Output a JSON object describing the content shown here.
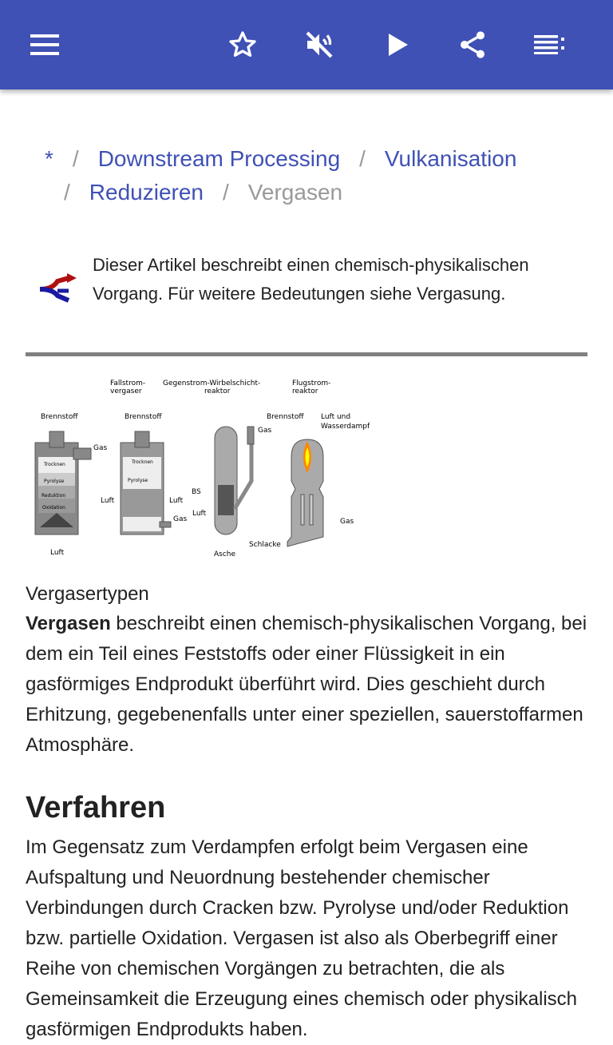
{
  "toolbar": {
    "colors": {
      "primary": "#3f51b5"
    },
    "icons": [
      "menu-icon",
      "star-icon",
      "volume-off-icon",
      "play-icon",
      "share-icon",
      "list-icon"
    ]
  },
  "breadcrumb": {
    "items": [
      "*",
      "Downstream Processing",
      "Vulkanisation",
      "Reduzieren"
    ],
    "current": "Vergasen",
    "separator": "/"
  },
  "hatnote": {
    "text": "Dieser Artikel beschreibt einen chemisch-physikalischen Vorgang. Für weitere Bedeutungen siehe Vergasung."
  },
  "figure": {
    "labels": {
      "t1a": "Fallstrom-",
      "t1b": "vergaser",
      "t2a": "Gegenstrom-Wirbelschicht-",
      "t2b": "reaktor",
      "t3a": "Flugstrom-",
      "t3b": "reaktor",
      "brennstoff": "Brennstoff",
      "gas": "Gas",
      "trocknen": "Trocknen",
      "pyrolyse": "Pyrolyse",
      "reduktion": "Reduktion",
      "oxidation": "Oxidation",
      "luft": "Luft",
      "bs": "BS",
      "asche": "Asche",
      "schlacke": "Schlacke",
      "luftund": "Luft und",
      "wasserdampf": "Wasserdampf"
    },
    "caption": "Vergasertypen"
  },
  "article": {
    "intro_bold": "Vergasen",
    "intro_rest": " beschreibt einen chemisch-physikalischen Vorgang, bei dem ein Teil eines Feststoffs oder einer Flüssigkeit in ein gasförmiges Endprodukt überführt wird. Dies geschieht durch Erhitzung, gegebenenfalls unter einer speziellen, sauerstoffarmen Atmosphäre.",
    "section_title": "Verfahren",
    "section_text": "Im Gegensatz zum Verdampfen erfolgt beim Vergasen eine Aufspaltung und Neuordnung bestehender chemischer Verbindungen durch Cracken bzw. Pyrolyse und/oder Reduktion bzw. partielle Oxidation. Vergasen ist also als Oberbegriff einer Reihe von chemischen Vorgängen zu betrachten, die als Gemeinsamkeit die Erzeugung eines chemisch oder physikalisch gasförmigen Endprodukts haben."
  }
}
